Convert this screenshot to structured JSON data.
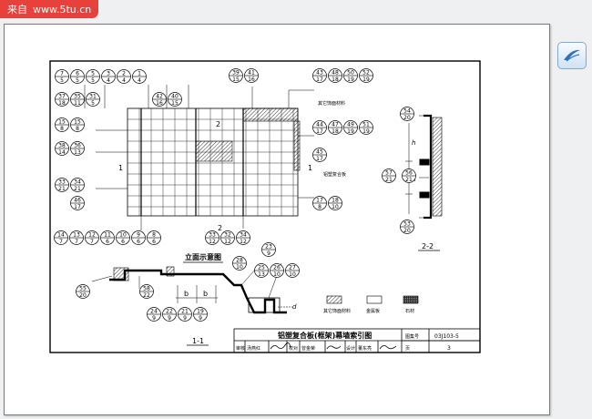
{
  "watermark": {
    "prefix": "来自",
    "site": "www.5tu.cn"
  },
  "drawing": {
    "title": "铝塑复合板(框架)幕墙索引图",
    "atlas_label": "图集号",
    "atlas_code": "03J103-5",
    "page_label": "页",
    "page_no": "3",
    "elevation_caption": "立面示意图",
    "section_11": "1-1",
    "section_22": "2-2",
    "label_other_material": "其它饰面材料",
    "label_panel": "铝塑复合板",
    "section_mark_1": "1",
    "section_mark_2": "2",
    "dim_b": "b",
    "dim_h": "h",
    "dim_d": "d",
    "legend": {
      "other": "其它饰面材料",
      "metal": "金属板",
      "stone": "石材"
    },
    "title_row": {
      "review_label": "审核",
      "reviewer": "汤燕红",
      "check_label": "校对",
      "checker": "曾金荣",
      "design_label": "设计",
      "designer": "董东亮"
    }
  },
  "bubbles_top_left": [
    [
      "7",
      "5"
    ],
    [
      "6",
      "5"
    ],
    [
      "5",
      "5"
    ],
    [
      "3",
      "4"
    ],
    [
      "2",
      "4"
    ],
    [
      "1",
      "4"
    ]
  ],
  "bubbles_left_col": [
    [
      "37",
      "18"
    ],
    [
      "35",
      "11"
    ],
    [
      "31",
      "5"
    ]
  ],
  "bubbles_left_col2": [
    [
      "42",
      "16"
    ],
    [
      "40",
      "15"
    ]
  ],
  "bubbles_left_side": [
    [
      "15",
      "8"
    ],
    [
      "38",
      "14"
    ],
    [
      "36",
      "13"
    ],
    [
      "33",
      "21"
    ],
    [
      "34",
      "21"
    ],
    [
      "46",
      "17"
    ]
  ],
  "bubbles_top_mid": [
    [
      "39",
      "15"
    ],
    [
      "41",
      "16"
    ]
  ],
  "bubbles_top_right": [
    [
      "43",
      "17"
    ],
    [
      "48",
      "18"
    ],
    [
      "50",
      "19"
    ],
    [
      "52",
      "19"
    ]
  ],
  "bubbles_right_mid": [
    [
      "44",
      "17"
    ],
    [
      "47",
      "18"
    ],
    [
      "49",
      "19"
    ],
    [
      "51",
      "19"
    ]
  ],
  "bubbles_right_single": [
    [
      "45",
      "17"
    ]
  ],
  "bubbles_right_low": [
    [
      "17",
      "8"
    ],
    [
      "18",
      "10"
    ]
  ],
  "bubbles_bottom_row": [
    [
      "14",
      "7"
    ],
    [
      "13",
      "7"
    ],
    [
      "12",
      "7"
    ],
    [
      "11",
      "6"
    ],
    [
      "10",
      "6"
    ],
    [
      "9",
      "6"
    ],
    [
      "8",
      "6"
    ]
  ],
  "bubbles_bottom_mid": [
    [
      "33",
      "12"
    ],
    [
      "32",
      "12"
    ],
    [
      "34",
      "12"
    ]
  ],
  "bubbles_section_left": [
    [
      "55",
      "20"
    ],
    [
      "58",
      "22"
    ]
  ],
  "bubbles_section_curve": [
    [
      "23",
      "9"
    ],
    [
      "28",
      "10"
    ]
  ],
  "bubbles_section_right": [
    [
      "25",
      "13"
    ],
    [
      "26",
      "10"
    ],
    [
      "27",
      "10"
    ]
  ],
  "bubbles_section_bottom": [
    [
      "24",
      "9"
    ],
    [
      "22",
      "9"
    ],
    [
      "21",
      "9"
    ],
    [
      "19",
      "9"
    ]
  ],
  "bubbles_22": [
    [
      "54",
      "20"
    ],
    [
      "57",
      "21"
    ],
    [
      "56",
      "21"
    ],
    [
      "53",
      "20"
    ]
  ]
}
